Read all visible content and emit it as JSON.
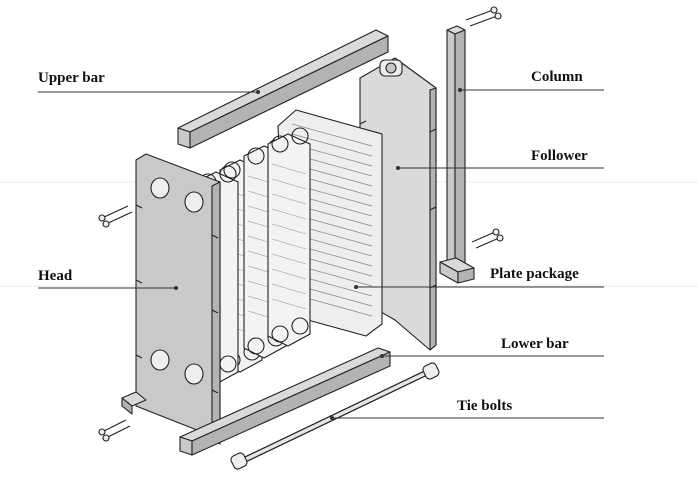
{
  "labels": {
    "upper_bar": "Upper bar",
    "column": "Column",
    "follower": "Follower",
    "head": "Head",
    "plate_package": "Plate package",
    "lower_bar": "Lower bar",
    "tie_bolts": "Tie bolts"
  },
  "colors": {
    "panel": "#c9c9c9",
    "panel_light": "#dadada",
    "panel_dark": "#b3b3b3",
    "ink": "#222222"
  }
}
